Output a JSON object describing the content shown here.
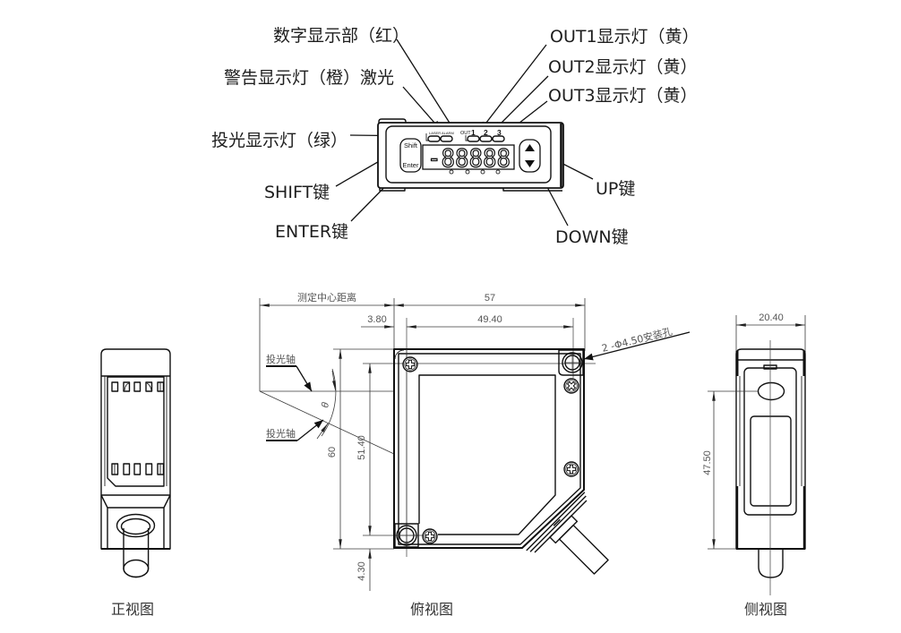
{
  "callouts": {
    "digital_display": "数字显示部（红）",
    "alarm_indicator": "警告显示灯（橙）激光",
    "emitter_indicator": "投光显示灯（绿）",
    "shift_key": "SHIFT键",
    "enter_key": "ENTER键",
    "out1_indicator": "OUT1显示灯（黄）",
    "out2_indicator": "OUT2显示灯（黄）",
    "out3_indicator": "OUT3显示灯（黄）",
    "up_key": "UP键",
    "down_key": "DOWN键"
  },
  "panel": {
    "laser_label": "LASER",
    "alarm_label": "ALARM",
    "out_label": "OUT",
    "out_channels": [
      "1",
      "2",
      "3"
    ],
    "shift_label": "Shift",
    "enter_label": "Enter",
    "display_value": "-88888",
    "up_icon": "triangle-up",
    "down_icon": "triangle-down"
  },
  "views": {
    "front": {
      "title": "正视图"
    },
    "top": {
      "title": "俯视图",
      "dims": {
        "measure_center_distance": "测定中心距离",
        "length": "57",
        "hole_offset_x": "3.80",
        "hole_spacing_x": "49.40",
        "height": "60",
        "hole_spacing_y": "51.40",
        "hole_offset_y": "4.30",
        "mounting_holes": "2 -Φ4.50安装孔",
        "emit_axis_upper": "投光轴",
        "emit_axis_lower": "投光轴",
        "angle_symbol": "θ"
      }
    },
    "side": {
      "title": "侧视图",
      "dims": {
        "width": "20.40",
        "axis_height": "47.50"
      }
    }
  },
  "colors": {
    "line": "#111111",
    "dimension": "#555555",
    "background": "#ffffff"
  }
}
